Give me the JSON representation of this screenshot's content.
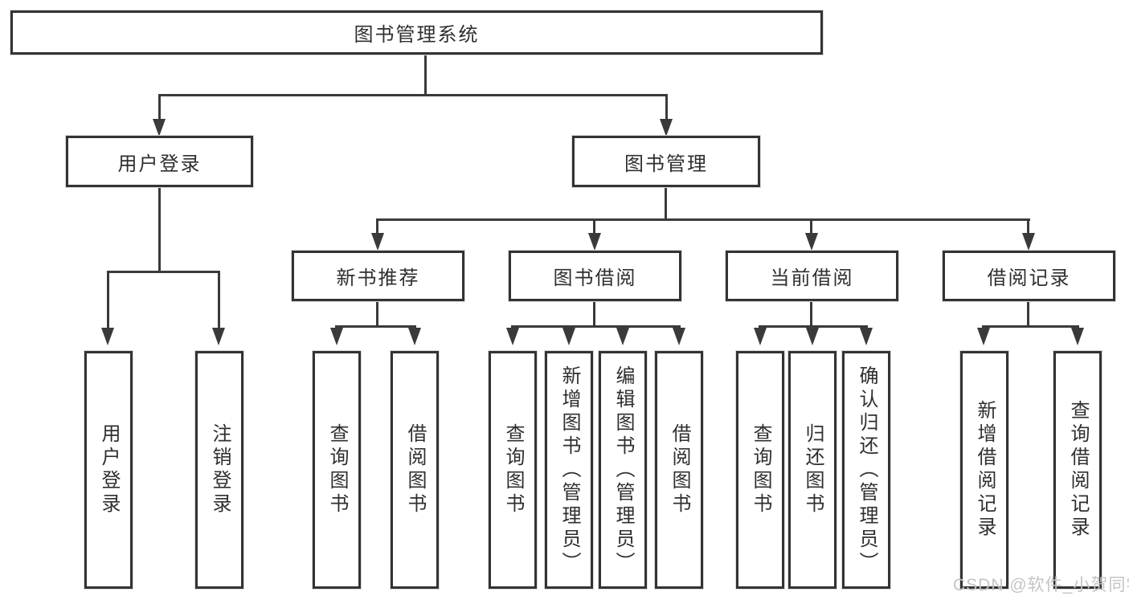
{
  "diagram_type": "hierarchy-tree",
  "tree": {
    "label": "图书管理系统",
    "children": [
      {
        "label": "用户登录",
        "children": [
          {
            "label": "用户登录"
          },
          {
            "label": "注销登录"
          }
        ]
      },
      {
        "label": "图书管理",
        "children": [
          {
            "label": "新书推荐",
            "children": [
              {
                "label": "查询图书"
              },
              {
                "label": "借阅图书"
              }
            ]
          },
          {
            "label": "图书借阅",
            "children": [
              {
                "label": "查询图书"
              },
              {
                "label": "新增图书（管理员）"
              },
              {
                "label": "编辑图书（管理员）"
              },
              {
                "label": "借阅图书"
              }
            ]
          },
          {
            "label": "当前借阅",
            "children": [
              {
                "label": "查询图书"
              },
              {
                "label": "归还图书"
              },
              {
                "label": "确认归还（管理员）"
              }
            ]
          },
          {
            "label": "借阅记录",
            "children": [
              {
                "label": "新增借阅记录"
              },
              {
                "label": "查询借阅记录"
              }
            ]
          }
        ]
      }
    ]
  },
  "watermark": {
    "text": "CSDN @软件_小贺同学"
  },
  "colors": {
    "line": "#3a3a3a",
    "box_border": "#333333",
    "text": "#2f2f2f",
    "watermark": "#c4c4c4",
    "background": "#ffffff"
  }
}
